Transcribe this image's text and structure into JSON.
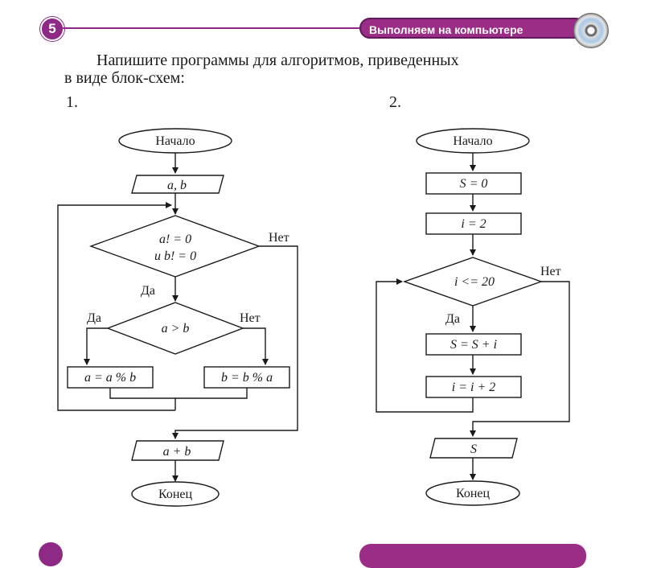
{
  "header": {
    "page_number": "5",
    "banner_label": "Выполняем на компьютере",
    "banner_icon": "cd-icon",
    "accent_color": "#9b2d87"
  },
  "instruction": {
    "line1": "Напишите программы для алгоритмов, приведенных",
    "line2": "в виде блок-схем:"
  },
  "flowchart1": {
    "number": "1.",
    "start": "Начало",
    "input": "a, b",
    "cond1_line1": "a! = 0",
    "cond1_line2": "и b! = 0",
    "yes1": "Да",
    "no1": "Нет",
    "cond2": "a > b",
    "yes2": "Да",
    "no2": "Нет",
    "assign_left": "a = a % b",
    "assign_right": "b = b % a",
    "output": "a + b",
    "end": "Конец"
  },
  "flowchart2": {
    "number": "2.",
    "start": "Начало",
    "init_s": "S = 0",
    "init_i": "i = 2",
    "cond": "i <= 20",
    "yes": "Да",
    "no": "Нет",
    "sum": "S = S + i",
    "incr": "i = i + 2",
    "output": "S",
    "end": "Конец"
  }
}
